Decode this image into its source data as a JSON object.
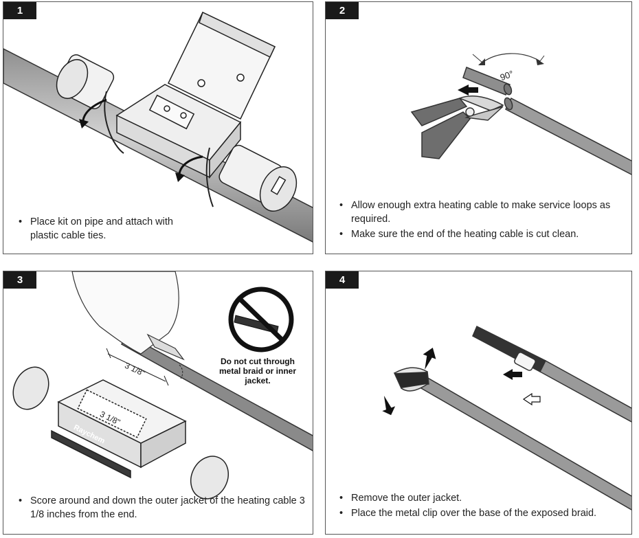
{
  "steps": [
    {
      "number": "1",
      "bullets": [
        "Place kit on pipe and attach with plastic cable ties."
      ]
    },
    {
      "number": "2",
      "angle_label": "90°",
      "bullets": [
        "Allow enough extra heating cable to make service loops as required.",
        "Make sure the end of the heating cable is cut clean."
      ]
    },
    {
      "number": "3",
      "measure_top": "3 1/8\"",
      "measure_box": "3 1/8\"",
      "brand": "Raychem",
      "warning": "Do not cut through metal braid or inner jacket.",
      "bullets": [
        "Score around and down the outer jacket of the heating cable 3 1/8 inches from the end."
      ]
    },
    {
      "number": "4",
      "bullets": [
        "Remove the outer jacket.",
        "Place the metal clip over the base of the exposed braid."
      ]
    }
  ]
}
